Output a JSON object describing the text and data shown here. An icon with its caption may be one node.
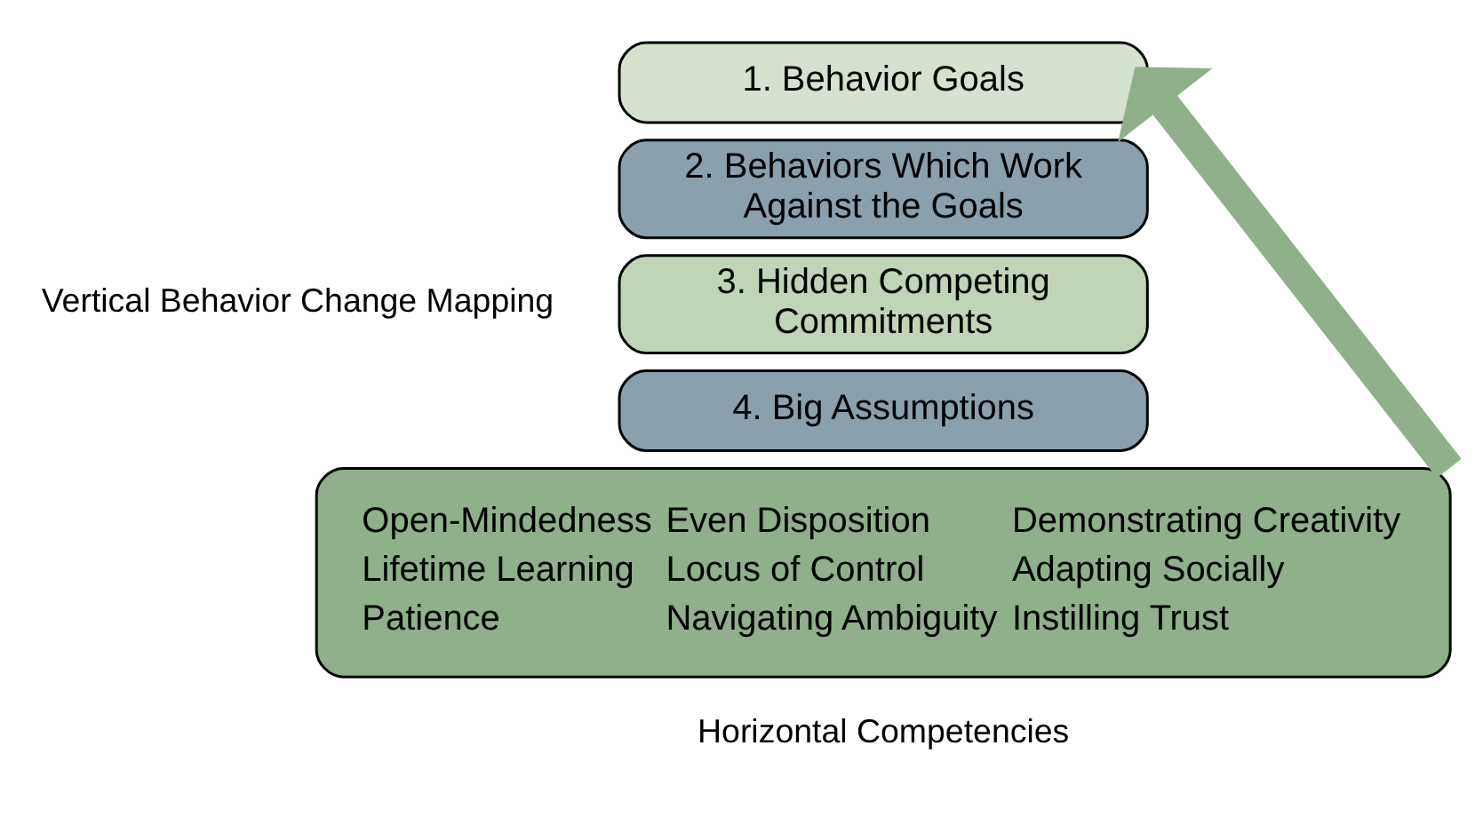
{
  "diagram": {
    "nodes": [
      {
        "text": [
          "1. Behavior Goals"
        ]
      },
      {
        "text": [
          "2. Behaviors Which Work Against the Goals"
        ]
      },
      {
        "text": [
          "3. Hidden Competing Commitments"
        ]
      },
      {
        "text": [
          "4. Big Assumptions"
        ]
      },
      {
        "text": [
          "Open-Mindedness",
          "Even Disposition",
          "Demonstrating Creativity",
          "Lifetime Learning",
          "Locus of Control",
          "Adapting Socially",
          "Patience",
          "Navigating Ambiguity",
          "Instilling Trust"
        ]
      }
    ],
    "edges": [
      {
        "from": 4,
        "to": 0,
        "arrow": "to",
        "color": "#8fb08a"
      }
    ],
    "labels": [
      "Vertical Behavior Change Mapping",
      "Horizontal Competencies"
    ]
  }
}
